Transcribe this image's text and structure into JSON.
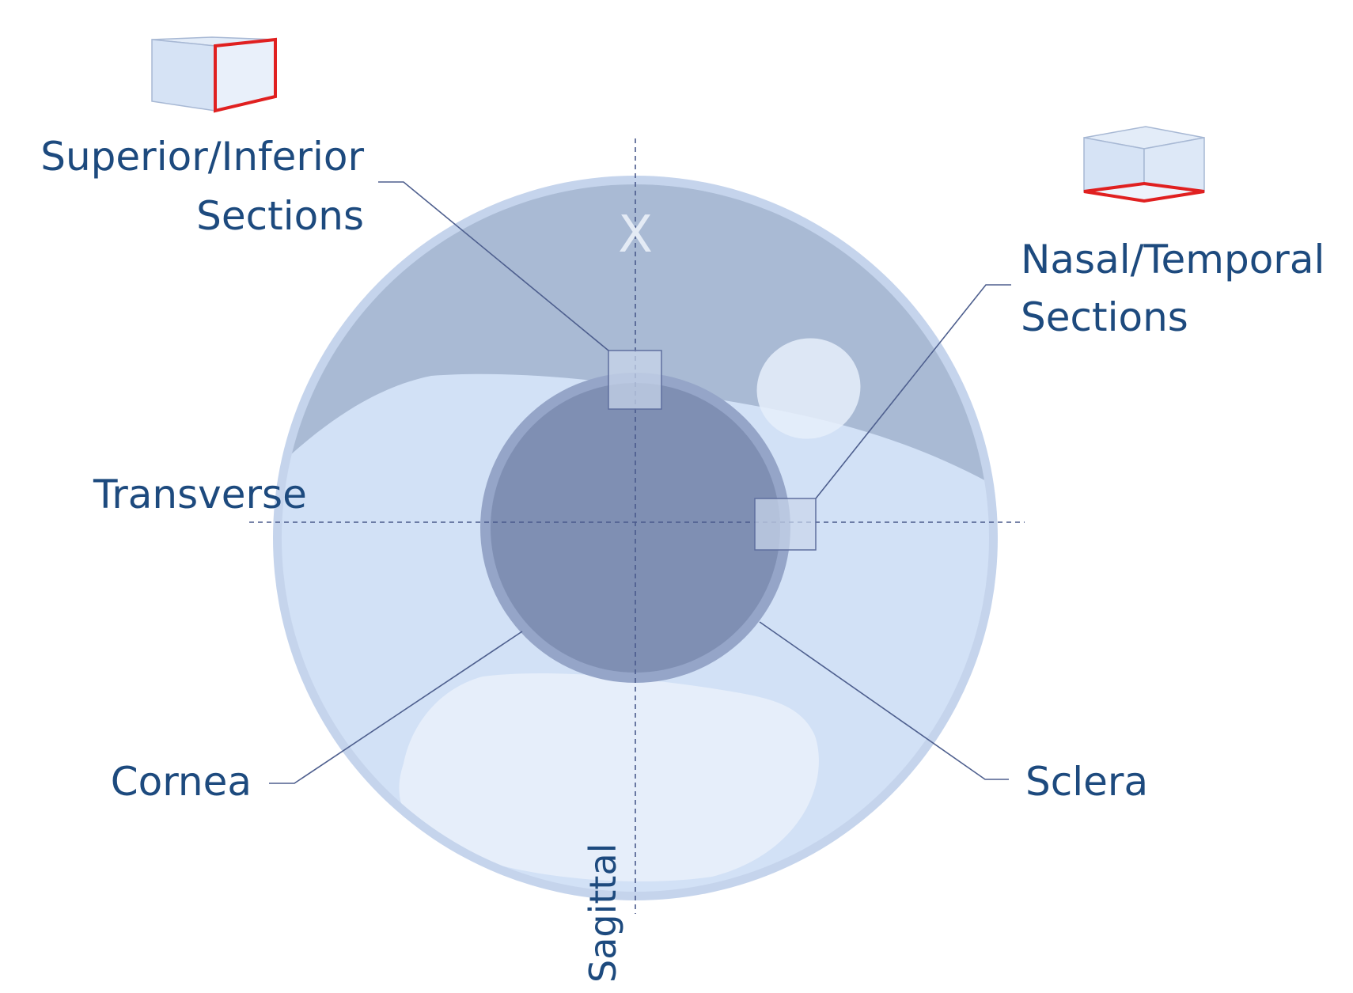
{
  "labels": {
    "superior_inferior_line1": "Superior/Inferior",
    "superior_inferior_line2": "Sections",
    "nasal_temporal_line1": "Nasal/Temporal",
    "nasal_temporal_line2": "Sections",
    "transverse": "Transverse",
    "sagittal": "Sagittal",
    "cornea": "Cornea",
    "sclera": "Sclera",
    "marker": "X"
  },
  "colors": {
    "text": "#1d4a7e",
    "outer_rim": "#c5d4ec",
    "sclera_fill": "#d2e1f6",
    "upper_shadow": "#a9bad4",
    "cornea_ring": "#95a5c8",
    "cornea_fill": "#7f8fb3",
    "lower_highlight": "#e6eefa",
    "section_cut": "#e02020"
  }
}
